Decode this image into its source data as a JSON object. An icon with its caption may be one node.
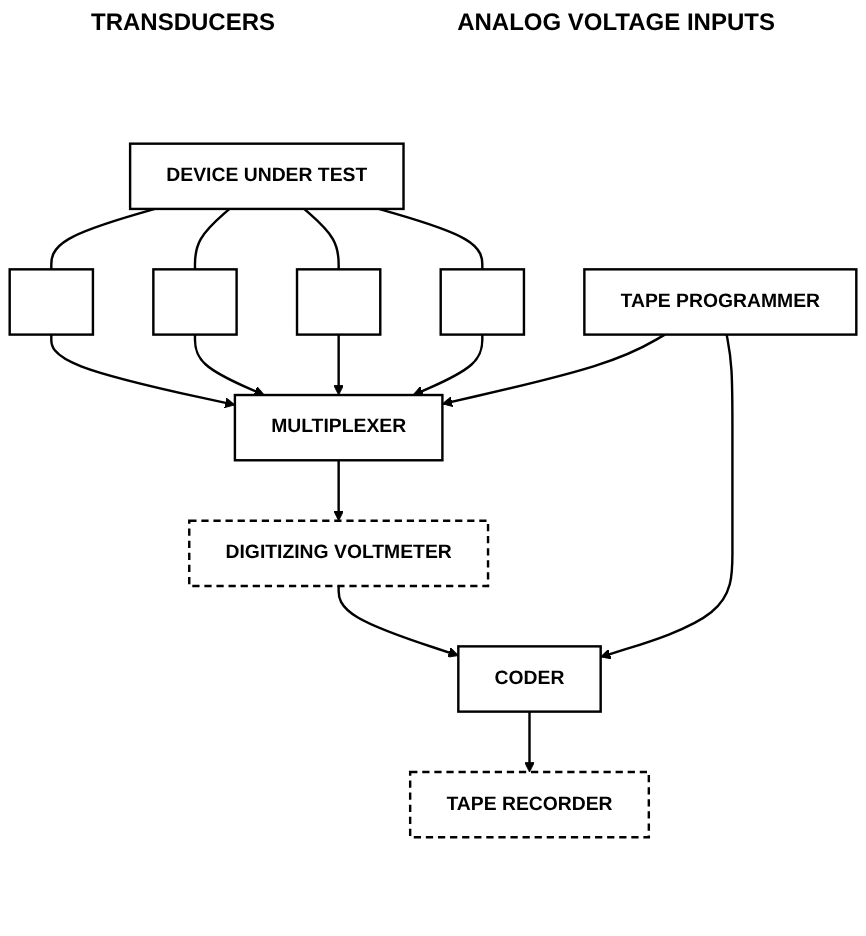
{
  "diagram": {
    "nodes": [
      {
        "text": [
          "DEVICE UNDER TEST"
        ]
      },
      {
        "text": [],
        "shape": "box"
      },
      {
        "text": [],
        "shape": "box"
      },
      {
        "text": [],
        "shape": "box"
      },
      {
        "text": [],
        "shape": "box"
      },
      {
        "text": [
          "MULTIPLEXER"
        ]
      },
      {
        "text": [
          "DIGITIZING VOLTMETER"
        ]
      },
      {
        "text": [
          "TAPE PROGRAMMER"
        ]
      },
      {
        "text": [
          "CODER"
        ]
      },
      {
        "text": [
          "TAPE RECORDER"
        ]
      }
    ],
    "edges": [
      {
        "from": 0,
        "to": 1,
        "arrow": "none"
      },
      {
        "from": 0,
        "to": 2,
        "arrow": "none"
      },
      {
        "from": 0,
        "to": 3,
        "arrow": "none"
      },
      {
        "from": 0,
        "to": 4,
        "arrow": "none"
      },
      {
        "from": 1,
        "to": 5,
        "arrow": "to"
      },
      {
        "from": 2,
        "to": 5,
        "arrow": "to"
      },
      {
        "from": 3,
        "to": 5,
        "arrow": "to"
      },
      {
        "from": 4,
        "to": 5,
        "arrow": "to"
      },
      {
        "from": 5,
        "to": 6,
        "arrow": "to"
      },
      {
        "from": 7,
        "to": 5,
        "arrow": "to"
      },
      {
        "from": 6,
        "to": 8,
        "arrow": "to"
      },
      {
        "from": 7,
        "to": 8,
        "arrow": "to"
      },
      {
        "from": 8,
        "to": 9,
        "arrow": "to"
      }
    ],
    "labels": [
      "TRANSDUCERS",
      "ANALOG VOLTAGE INPUTS"
    ]
  }
}
